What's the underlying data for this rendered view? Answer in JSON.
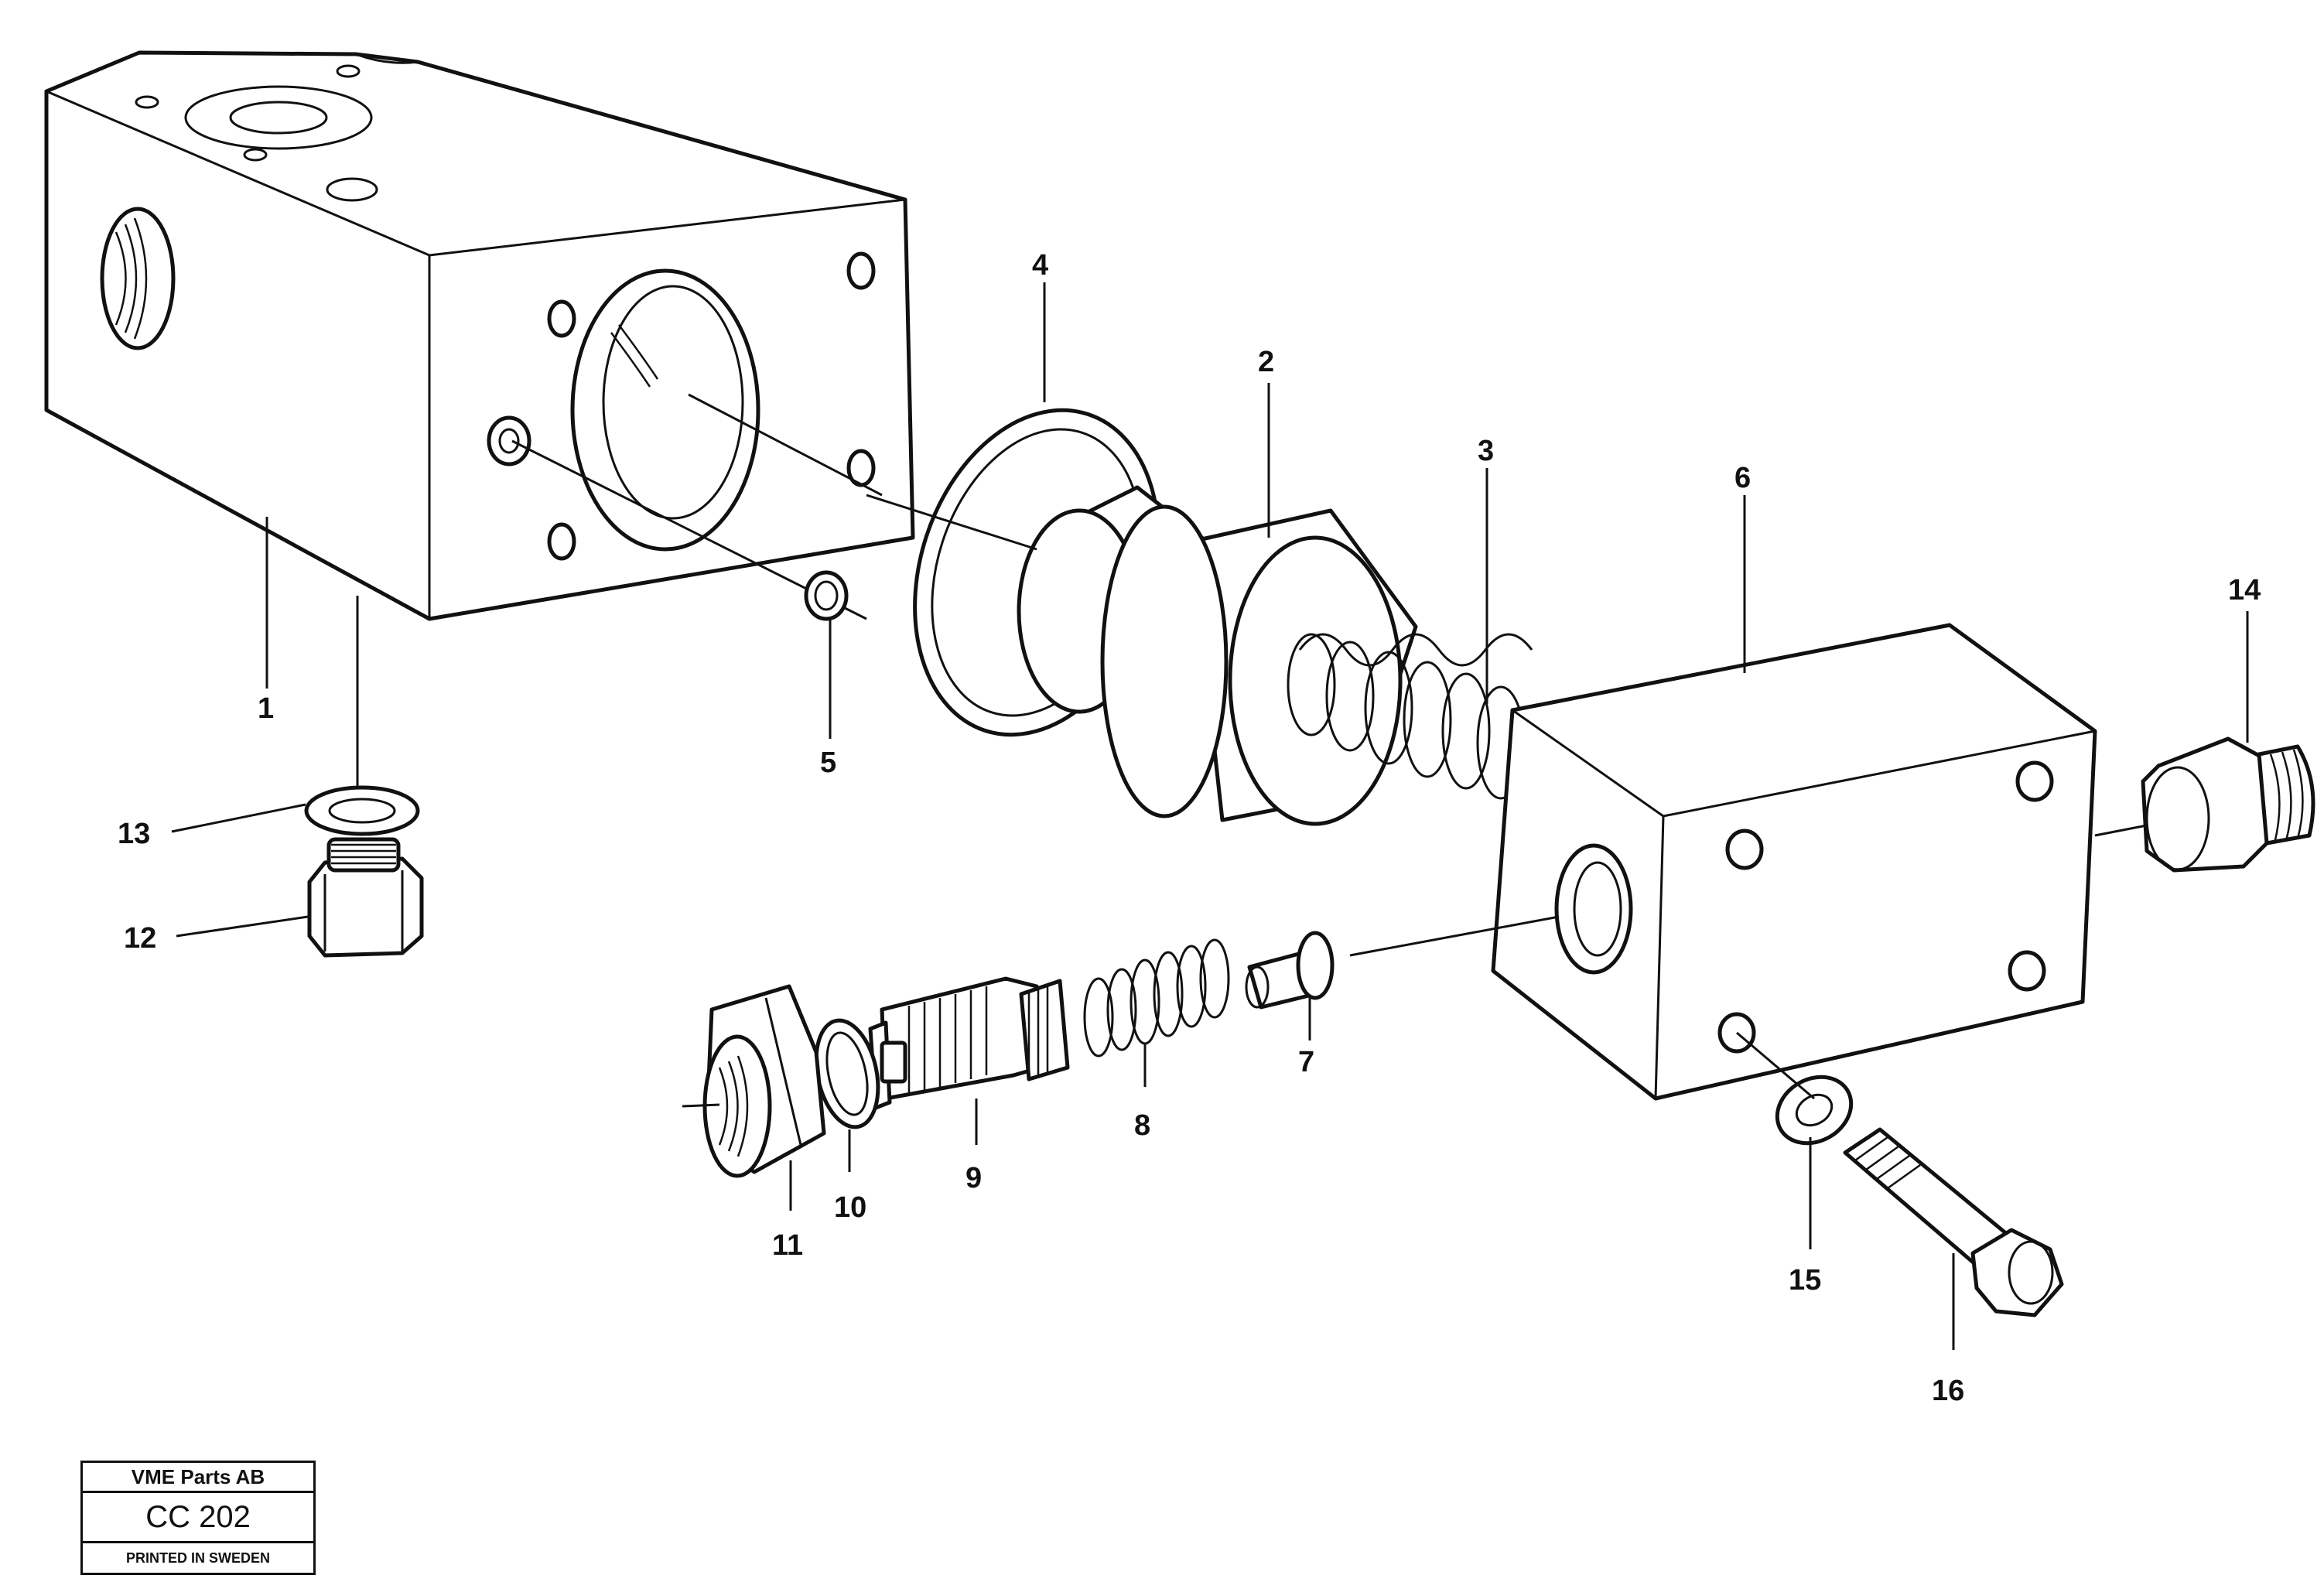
{
  "parts": [
    {
      "id": "1",
      "name": "valve-housing"
    },
    {
      "id": "2",
      "name": "valve-piston"
    },
    {
      "id": "3",
      "name": "spring"
    },
    {
      "id": "4",
      "name": "sealing-ring"
    },
    {
      "id": "5",
      "name": "o-ring"
    },
    {
      "id": "6",
      "name": "cover-block"
    },
    {
      "id": "7",
      "name": "pin"
    },
    {
      "id": "8",
      "name": "spring"
    },
    {
      "id": "9",
      "name": "adjusting-screw"
    },
    {
      "id": "10",
      "name": "o-ring"
    },
    {
      "id": "11",
      "name": "cap-nut"
    },
    {
      "id": "12",
      "name": "plug"
    },
    {
      "id": "13",
      "name": "washer"
    },
    {
      "id": "14",
      "name": "nipple"
    },
    {
      "id": "15",
      "name": "washer"
    },
    {
      "id": "16",
      "name": "bolt"
    }
  ],
  "title_block": {
    "company": "VME Parts AB",
    "code": "CC 202",
    "footer": "PRINTED IN SWEDEN"
  }
}
